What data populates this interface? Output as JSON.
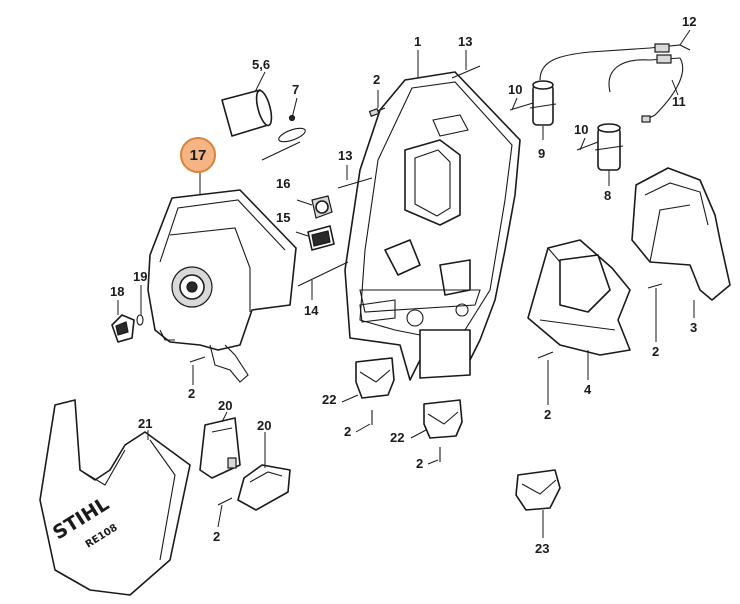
{
  "callouts": {
    "c2_top": "2",
    "c1": "1",
    "c13_top": "13",
    "c12": "12",
    "c56": "5,6",
    "c7": "7",
    "c10_a": "10",
    "c9": "9",
    "c11": "11",
    "c10_b": "10",
    "c8": "8",
    "c13_mid": "13",
    "c16": "16",
    "c15": "15",
    "c14": "14",
    "c19": "19",
    "c18": "18",
    "c2_left": "2",
    "c22_a": "22",
    "c2_mid": "2",
    "c22_b": "22",
    "c2_mid2": "2",
    "c21": "21",
    "c20_a": "20",
    "c20_b": "20",
    "c2_bottom": "2",
    "c4": "4",
    "c2_right_low": "2",
    "c3": "3",
    "c2_right": "2",
    "c23": "23"
  },
  "highlight": {
    "label": "17",
    "color": "#f4b483"
  },
  "logo": {
    "brand": "STIHL",
    "model": "RE108"
  }
}
